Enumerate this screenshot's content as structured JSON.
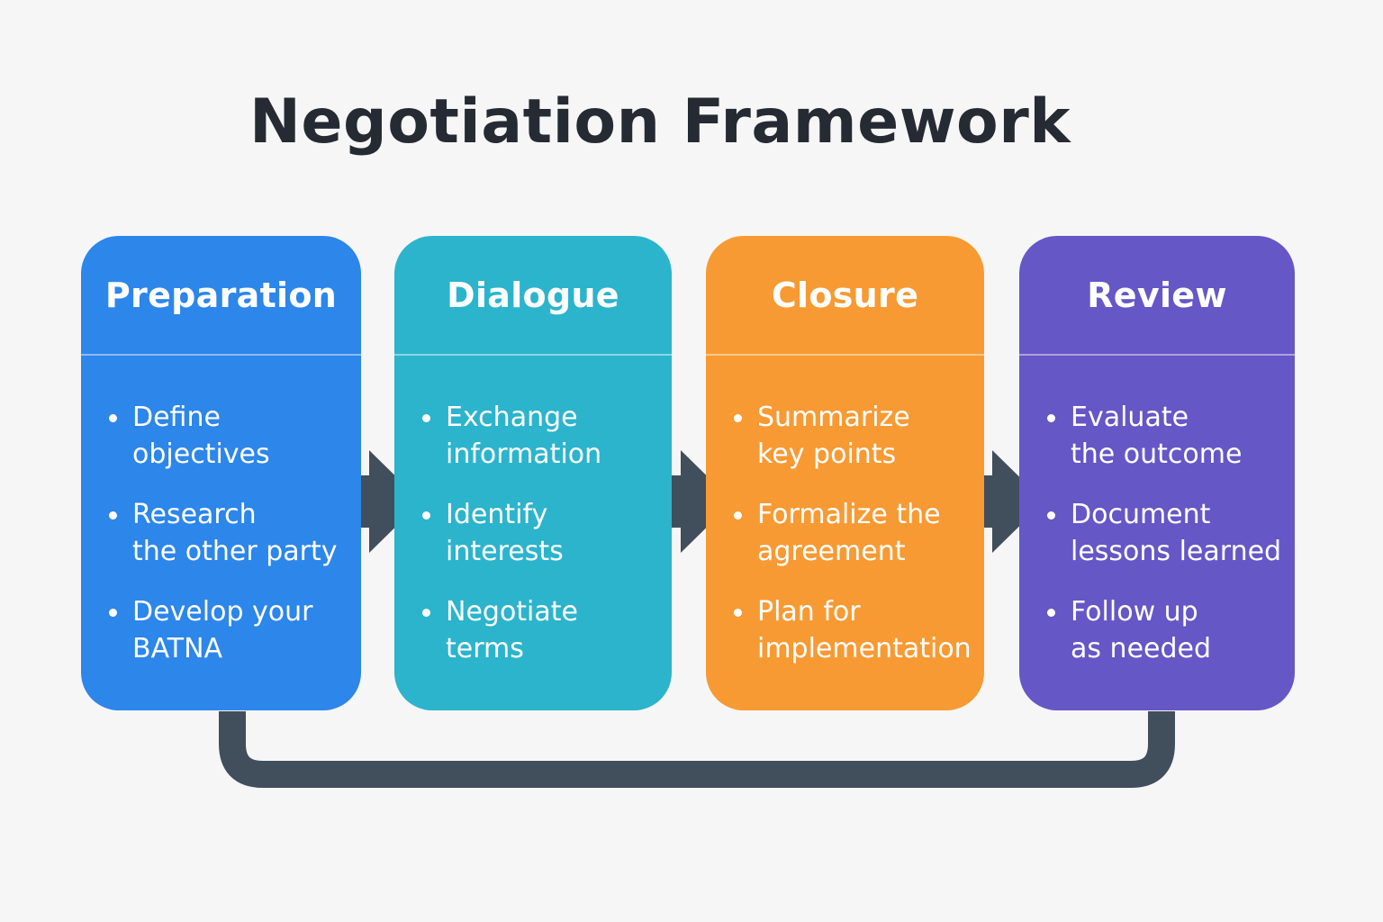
{
  "title": "Negotiation Framework",
  "colors": {
    "background": "#f6f6f6",
    "title": "#252a33",
    "connector": "#414e5c"
  },
  "stages": [
    {
      "title": "Preparation",
      "color": "#2d86ea",
      "items": [
        "Define\nobjectives",
        "Research\nthe other party",
        "Develop your\nBATNA"
      ]
    },
    {
      "title": "Dialogue",
      "color": "#2cb4cc",
      "items": [
        "Exchange\ninformation",
        "Identify\ninterests",
        "Negotiate\nterms"
      ]
    },
    {
      "title": "Closure",
      "color": "#f89a33",
      "items": [
        "Summarize\nkey points",
        "Formalize the\nagreement",
        "Plan for\nimplementation"
      ]
    },
    {
      "title": "Review",
      "color": "#6557c6",
      "items": [
        "Evaluate\nthe outcome",
        "Document\nlessons learned",
        "Follow up\nas needed"
      ]
    }
  ]
}
